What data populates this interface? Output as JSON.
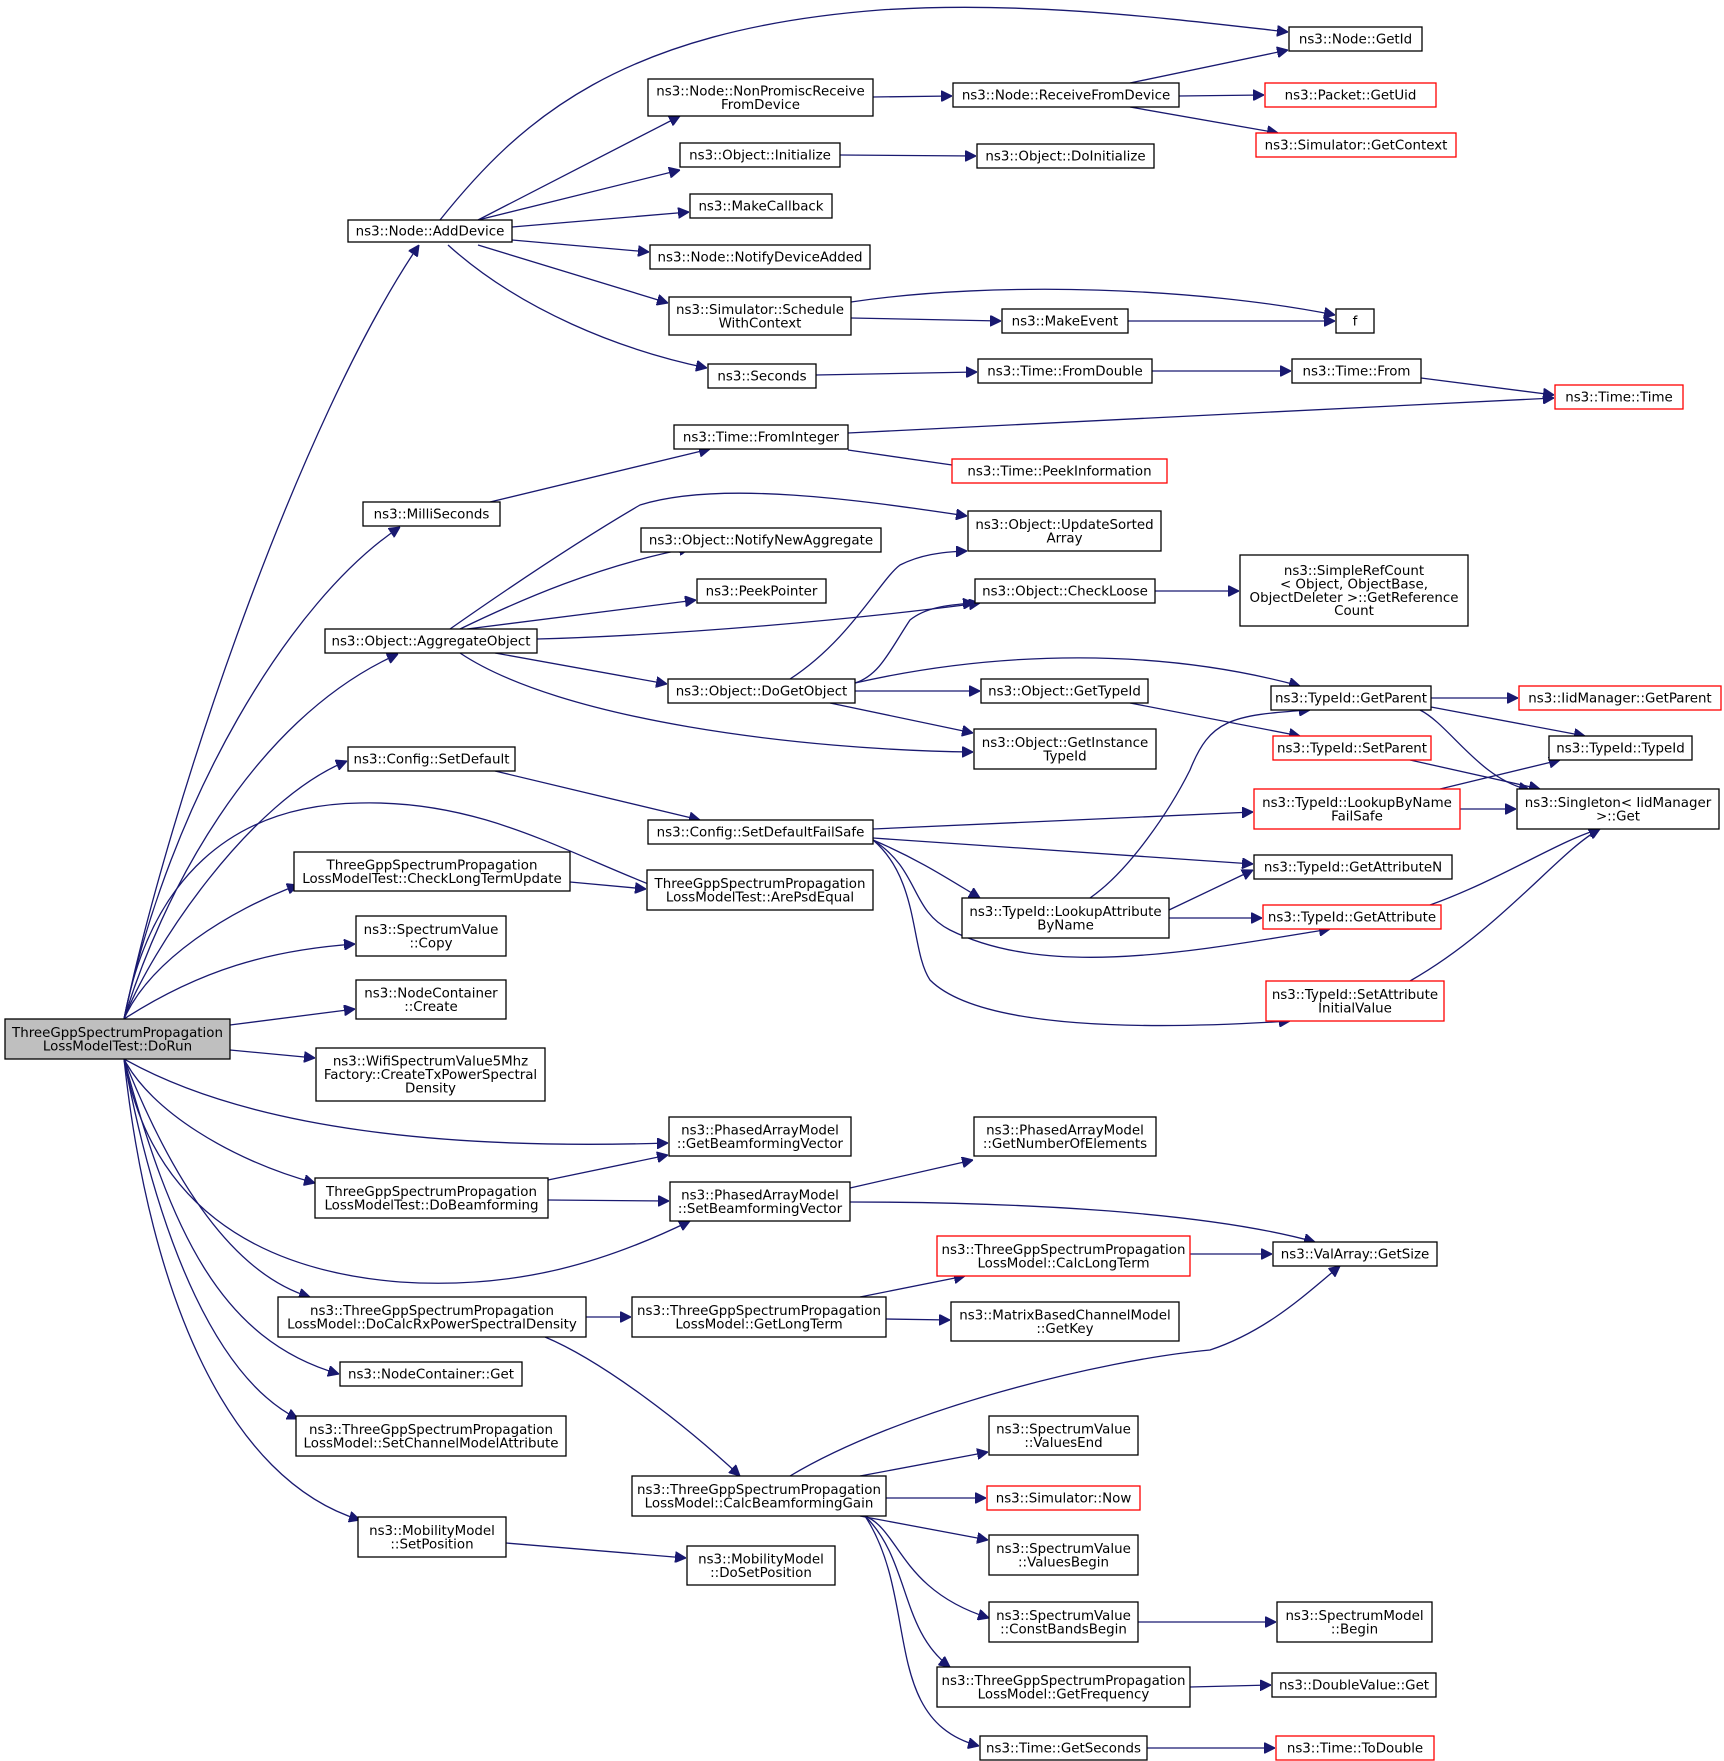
{
  "graph": {
    "root": "ThreeGppSpectrumPropagationLossModelTest::DoRun",
    "colors": {
      "edge": "#191970",
      "node_border": "#000000",
      "truncated_border": "#ff0000",
      "root_fill": "#bfbfbf",
      "node_fill": "#ffffff"
    },
    "nodes": [
      {
        "id": "dorun",
        "lines": [
          "ThreeGppSpectrumPropagation",
          "LossModelTest::DoRun"
        ],
        "root": true
      },
      {
        "id": "adddevice",
        "lines": [
          "ns3::Node::AddDevice"
        ]
      },
      {
        "id": "getid",
        "lines": [
          "ns3::Node::GetId"
        ]
      },
      {
        "id": "nonpromisc",
        "lines": [
          "ns3::Node::NonPromiscReceive",
          "FromDevice"
        ]
      },
      {
        "id": "receivefromdevice",
        "lines": [
          "ns3::Node::ReceiveFromDevice"
        ]
      },
      {
        "id": "packetgetuid",
        "lines": [
          "ns3::Packet::GetUid"
        ],
        "truncated": true
      },
      {
        "id": "simgetcontext",
        "lines": [
          "ns3::Simulator::GetContext"
        ],
        "truncated": true
      },
      {
        "id": "objinitialize",
        "lines": [
          "ns3::Object::Initialize"
        ]
      },
      {
        "id": "objdoinitialize",
        "lines": [
          "ns3::Object::DoInitialize"
        ]
      },
      {
        "id": "makecallback",
        "lines": [
          "ns3::MakeCallback"
        ]
      },
      {
        "id": "notifydeviceadded",
        "lines": [
          "ns3::Node::NotifyDeviceAdded"
        ]
      },
      {
        "id": "schedulewithcontext",
        "lines": [
          "ns3::Simulator::Schedule",
          "WithContext"
        ]
      },
      {
        "id": "makeevent",
        "lines": [
          "ns3::MakeEvent"
        ]
      },
      {
        "id": "f",
        "lines": [
          "f"
        ]
      },
      {
        "id": "seconds",
        "lines": [
          "ns3::Seconds"
        ]
      },
      {
        "id": "fromdouble",
        "lines": [
          "ns3::Time::FromDouble"
        ]
      },
      {
        "id": "timefrom",
        "lines": [
          "ns3::Time::From"
        ]
      },
      {
        "id": "timetime",
        "lines": [
          "ns3::Time::Time"
        ],
        "truncated": true
      },
      {
        "id": "frominteger",
        "lines": [
          "ns3::Time::FromInteger"
        ]
      },
      {
        "id": "peekinformation",
        "lines": [
          "ns3::Time::PeekInformation"
        ],
        "truncated": true
      },
      {
        "id": "milliseconds",
        "lines": [
          "ns3::MilliSeconds"
        ]
      },
      {
        "id": "updatesorted",
        "lines": [
          "ns3::Object::UpdateSorted",
          "Array"
        ]
      },
      {
        "id": "notifynewaggregate",
        "lines": [
          "ns3::Object::NotifyNewAggregate"
        ]
      },
      {
        "id": "peekpointer",
        "lines": [
          "ns3::PeekPointer"
        ]
      },
      {
        "id": "checkloose",
        "lines": [
          "ns3::Object::CheckLoose"
        ]
      },
      {
        "id": "simplerefcount",
        "lines": [
          "ns3::SimpleRefCount",
          "< Object, ObjectBase,",
          "ObjectDeleter >::GetReference",
          "Count"
        ]
      },
      {
        "id": "aggregateobject",
        "lines": [
          "ns3::Object::AggregateObject"
        ]
      },
      {
        "id": "dogetobject",
        "lines": [
          "ns3::Object::DoGetObject"
        ]
      },
      {
        "id": "objgettypeid",
        "lines": [
          "ns3::Object::GetTypeId"
        ]
      },
      {
        "id": "typeidgetparent",
        "lines": [
          "ns3::TypeId::GetParent"
        ]
      },
      {
        "id": "iidgetparent",
        "lines": [
          "ns3::IidManager::GetParent"
        ],
        "truncated": true
      },
      {
        "id": "typeidsetparent",
        "lines": [
          "ns3::TypeId::SetParent"
        ],
        "truncated": true
      },
      {
        "id": "typeidtypeid",
        "lines": [
          "ns3::TypeId::TypeId"
        ]
      },
      {
        "id": "getinstancetypeid",
        "lines": [
          "ns3::Object::GetInstance",
          "TypeId"
        ]
      },
      {
        "id": "configsetdefault",
        "lines": [
          "ns3::Config::SetDefault"
        ]
      },
      {
        "id": "setdefaultfailsafe",
        "lines": [
          "ns3::Config::SetDefaultFailSafe"
        ]
      },
      {
        "id": "lookupbynamefailsafe",
        "lines": [
          "ns3::TypeId::LookupByName",
          "FailSafe"
        ],
        "truncated": true
      },
      {
        "id": "singletonget",
        "lines": [
          "ns3::Singleton< IidManager",
          ">::Get"
        ]
      },
      {
        "id": "checklongtermupdate",
        "lines": [
          "ThreeGppSpectrumPropagation",
          "LossModelTest::CheckLongTermUpdate"
        ]
      },
      {
        "id": "arepsdequal",
        "lines": [
          "ThreeGppSpectrumPropagation",
          "LossModelTest::ArePsdEqual"
        ]
      },
      {
        "id": "getattributen",
        "lines": [
          "ns3::TypeId::GetAttributeN"
        ]
      },
      {
        "id": "lookupattributebyname",
        "lines": [
          "ns3::TypeId::LookupAttribute",
          "ByName"
        ]
      },
      {
        "id": "getattribute",
        "lines": [
          "ns3::TypeId::GetAttribute"
        ],
        "truncated": true
      },
      {
        "id": "spectrumcopy",
        "lines": [
          "ns3::SpectrumValue",
          "::Copy"
        ]
      },
      {
        "id": "nodecontainercreate",
        "lines": [
          "ns3::NodeContainer",
          "::Create"
        ]
      },
      {
        "id": "setattributeinitial",
        "lines": [
          "ns3::TypeId::SetAttribute",
          "InitialValue"
        ],
        "truncated": true
      },
      {
        "id": "wifispectrum",
        "lines": [
          "ns3::WifiSpectrumValue5Mhz",
          "Factory::CreateTxPowerSpectral",
          "Density"
        ]
      },
      {
        "id": "getbeamformingvector",
        "lines": [
          "ns3::PhasedArrayModel",
          "::GetBeamformingVector"
        ]
      },
      {
        "id": "getnumberofelements",
        "lines": [
          "ns3::PhasedArrayModel",
          "::GetNumberOfElements"
        ]
      },
      {
        "id": "dobeamforming",
        "lines": [
          "ThreeGppSpectrumPropagation",
          "LossModelTest::DoBeamforming"
        ]
      },
      {
        "id": "setbeamformingvector",
        "lines": [
          "ns3::PhasedArrayModel",
          "::SetBeamformingVector"
        ]
      },
      {
        "id": "calclongterm",
        "lines": [
          "ns3::ThreeGppSpectrumPropagation",
          "LossModel::CalcLongTerm"
        ],
        "truncated": true
      },
      {
        "id": "valarraygetsize",
        "lines": [
          "ns3::ValArray::GetSize"
        ]
      },
      {
        "id": "docalcrx",
        "lines": [
          "ns3::ThreeGppSpectrumPropagation",
          "LossModel::DoCalcRxPowerSpectralDensity"
        ]
      },
      {
        "id": "getlongterm",
        "lines": [
          "ns3::ThreeGppSpectrumPropagation",
          "LossModel::GetLongTerm"
        ]
      },
      {
        "id": "matrixgetkey",
        "lines": [
          "ns3::MatrixBasedChannelModel",
          "::GetKey"
        ]
      },
      {
        "id": "nodecontainerget",
        "lines": [
          "ns3::NodeContainer::Get"
        ]
      },
      {
        "id": "setchannelmodelattr",
        "lines": [
          "ns3::ThreeGppSpectrumPropagation",
          "LossModel::SetChannelModelAttribute"
        ]
      },
      {
        "id": "valuesend",
        "lines": [
          "ns3::SpectrumValue",
          "::ValuesEnd"
        ]
      },
      {
        "id": "calcbeamforminggain",
        "lines": [
          "ns3::ThreeGppSpectrumPropagation",
          "LossModel::CalcBeamformingGain"
        ]
      },
      {
        "id": "simulatornow",
        "lines": [
          "ns3::Simulator::Now"
        ],
        "truncated": true
      },
      {
        "id": "mobilitysetposition",
        "lines": [
          "ns3::MobilityModel",
          "::SetPosition"
        ]
      },
      {
        "id": "dosetposition",
        "lines": [
          "ns3::MobilityModel",
          "::DoSetPosition"
        ]
      },
      {
        "id": "valuesbegin",
        "lines": [
          "ns3::SpectrumValue",
          "::ValuesBegin"
        ]
      },
      {
        "id": "constbandsbegin",
        "lines": [
          "ns3::SpectrumValue",
          "::ConstBandsBegin"
        ]
      },
      {
        "id": "spectrummodelbegin",
        "lines": [
          "ns3::SpectrumModel",
          "::Begin"
        ]
      },
      {
        "id": "getfrequency",
        "lines": [
          "ns3::ThreeGppSpectrumPropagation",
          "LossModel::GetFrequency"
        ]
      },
      {
        "id": "doublevalueget",
        "lines": [
          "ns3::DoubleValue::Get"
        ]
      },
      {
        "id": "timegetseconds",
        "lines": [
          "ns3::Time::GetSeconds"
        ]
      },
      {
        "id": "timetodouble",
        "lines": [
          "ns3::Time::ToDouble"
        ],
        "truncated": true
      }
    ]
  }
}
